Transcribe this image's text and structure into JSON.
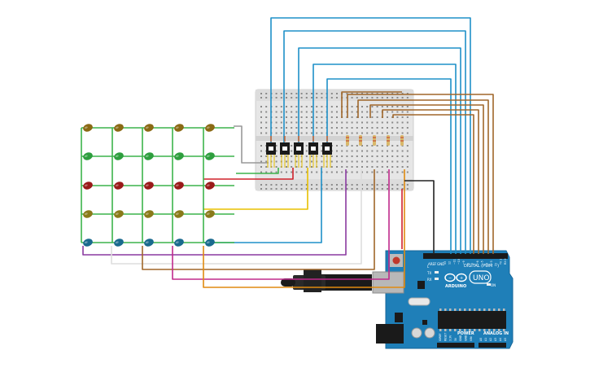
{
  "arduino": {
    "logo_text": "UNO",
    "brand_text": "ARDUINO",
    "digital_label": "DIGITAL (PWM ~)",
    "power_label": "POWER",
    "analog_label": "ANALOG IN",
    "aref_label": "AREF",
    "gnd_label": "GND",
    "tx_label": "TX",
    "rx_label": "RX",
    "l_label": "L",
    "on_label": "ON",
    "power_pins": [
      "IOREF",
      "RESET",
      "3.3V",
      "5V",
      "GND",
      "GND",
      "VIN"
    ],
    "analog_pins": [
      "A0",
      "A1",
      "A2",
      "A3",
      "A4",
      "A5"
    ],
    "digital_pins": [
      "13",
      "12",
      "~11",
      "~10",
      "~9",
      "8",
      "7",
      "~6",
      "~5",
      "4",
      "~3",
      "2",
      "TX 1",
      "RX 0"
    ]
  },
  "colors": {
    "board": "#1f7fb8",
    "breadboard": "#e8e8e8",
    "wire_blue": "#1e90c8",
    "wire_brown": "#a0672a",
    "wire_green": "#3cb44b",
    "wire_red": "#d0202a",
    "wire_yellow": "#e8c000",
    "wire_purple": "#8a3aa0",
    "wire_magenta": "#c02a8c",
    "wire_orange": "#e08a10",
    "wire_black": "#222222",
    "wire_gray": "#999999",
    "led_brown": "#8b6914",
    "led_green": "#2e9e3e",
    "led_red": "#9a1a1a",
    "led_olive": "#8a7a1a",
    "led_blue": "#1a6a8e"
  },
  "led_rows": [
    "led_brown",
    "led_green",
    "led_red",
    "led_olive",
    "led_blue"
  ]
}
